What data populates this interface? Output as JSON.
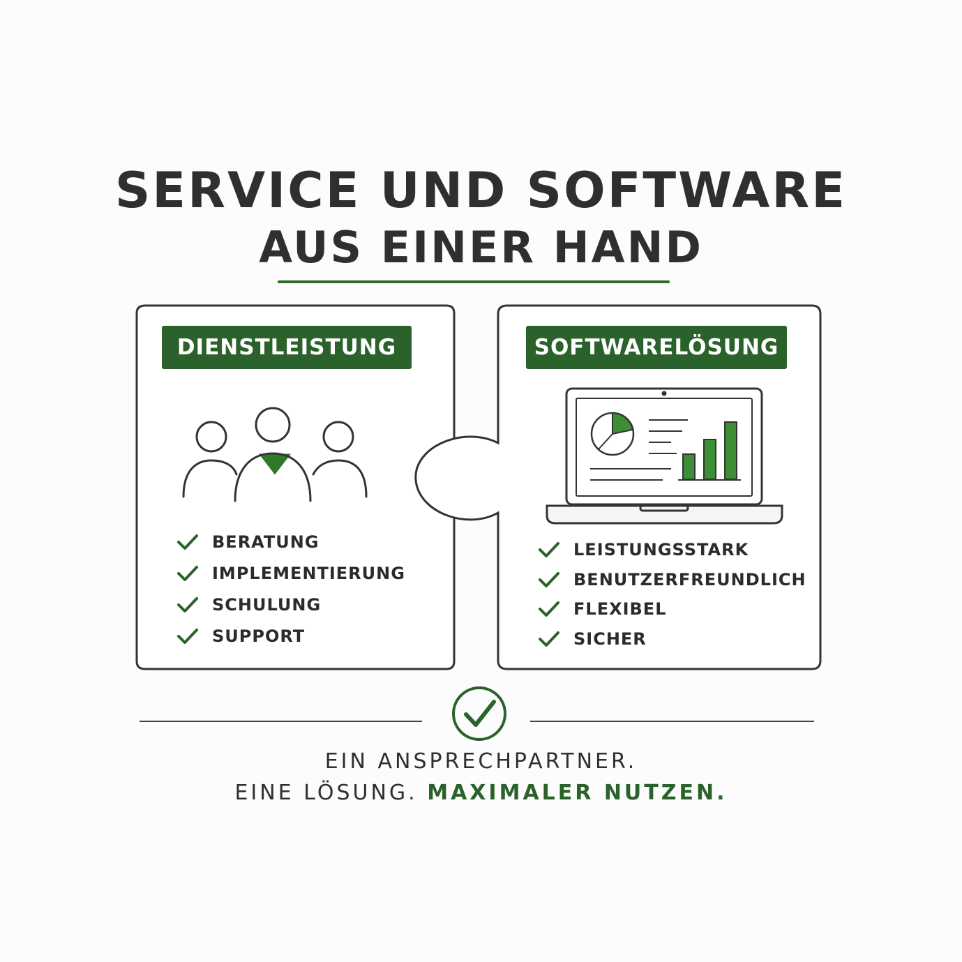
{
  "header": {
    "title_line1": "SERVICE UND SOFTWARE",
    "title_line2": "AUS EINER HAND"
  },
  "left_piece": {
    "badge": "DIENSTLEISTUNG",
    "icon": "people-group-icon",
    "items": [
      "BERATUNG",
      "IMPLEMENTIERUNG",
      "SCHULUNG",
      "SUPPORT"
    ]
  },
  "right_piece": {
    "badge": "SOFTWARELÖSUNG",
    "icon": "laptop-dashboard-icon",
    "items": [
      "LEISTUNGSSTARK",
      "BENUTZERFREUNDLICH",
      "FLEXIBEL",
      "SICHER"
    ]
  },
  "footer": {
    "icon": "check-circle-icon",
    "line1": "EIN ANSPRECHPARTNER.",
    "line2_plain": "EINE LÖSUNG.",
    "line2_accent": "MAXIMALER NUTZEN."
  },
  "colors": {
    "accent": "#2b622b",
    "outline": "#333333",
    "background": "#fbfcfb"
  }
}
